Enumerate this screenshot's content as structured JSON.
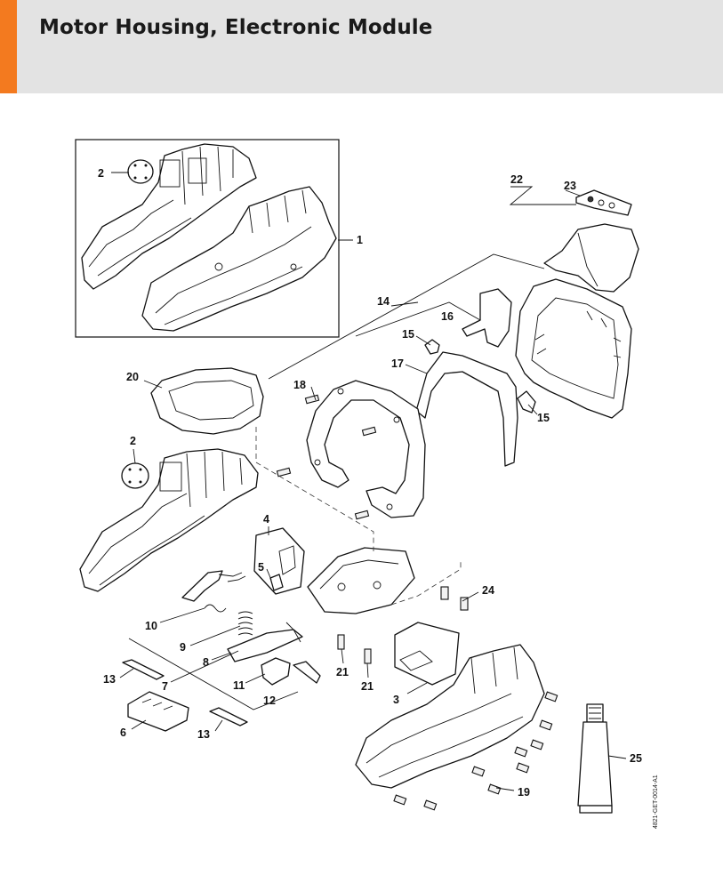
{
  "header": {
    "title": "Motor Housing, Electronic Module",
    "accent_color": "#f37a1f",
    "background_color": "#e3e3e3"
  },
  "diagram": {
    "drawing_code": "4821-GET-0014-A1",
    "callouts": [
      {
        "id": "c1",
        "number": "1"
      },
      {
        "id": "c2a",
        "number": "2"
      },
      {
        "id": "c2b",
        "number": "2"
      },
      {
        "id": "c3",
        "number": "3"
      },
      {
        "id": "c4",
        "number": "4"
      },
      {
        "id": "c5",
        "number": "5"
      },
      {
        "id": "c6",
        "number": "6"
      },
      {
        "id": "c7",
        "number": "7"
      },
      {
        "id": "c8",
        "number": "8"
      },
      {
        "id": "c9",
        "number": "9"
      },
      {
        "id": "c10",
        "number": "10"
      },
      {
        "id": "c11",
        "number": "11"
      },
      {
        "id": "c12",
        "number": "12"
      },
      {
        "id": "c13a",
        "number": "13"
      },
      {
        "id": "c13b",
        "number": "13"
      },
      {
        "id": "c14",
        "number": "14"
      },
      {
        "id": "c15a",
        "number": "15"
      },
      {
        "id": "c15b",
        "number": "15"
      },
      {
        "id": "c16",
        "number": "16"
      },
      {
        "id": "c17",
        "number": "17"
      },
      {
        "id": "c18",
        "number": "18"
      },
      {
        "id": "c19",
        "number": "19"
      },
      {
        "id": "c20",
        "number": "20"
      },
      {
        "id": "c21a",
        "number": "21"
      },
      {
        "id": "c21b",
        "number": "21"
      },
      {
        "id": "c22",
        "number": "22"
      },
      {
        "id": "c23",
        "number": "23"
      },
      {
        "id": "c24",
        "number": "24"
      },
      {
        "id": "c25",
        "number": "25"
      }
    ]
  }
}
